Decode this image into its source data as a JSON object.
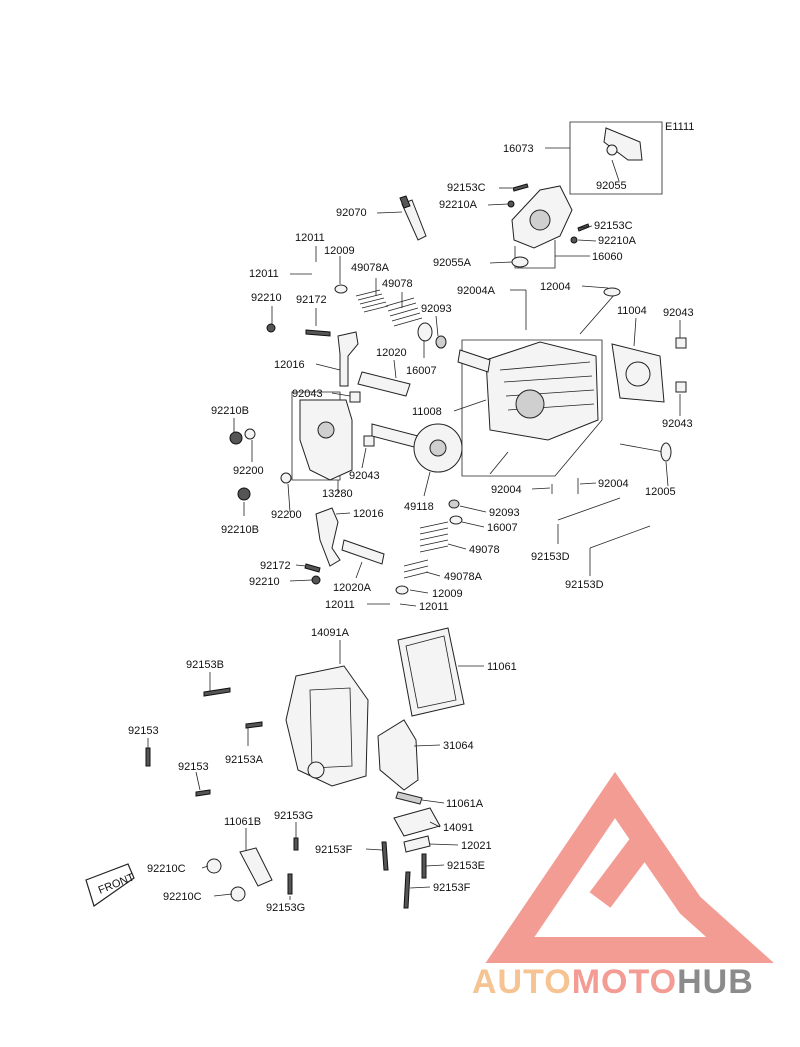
{
  "diagram": {
    "ref_code": "E1111",
    "front_label": "FRONT",
    "labels": {
      "l16073": "16073",
      "l92055": "92055",
      "l92153C_1": "92153C",
      "l92210A_1": "92210A",
      "l92153C_2": "92153C",
      "l92210A_2": "92210A",
      "l92055A": "92055A",
      "l16060": "16060",
      "l92070": "92070",
      "l12011_a": "12011",
      "l12009_a": "12009",
      "l12011_b": "12011",
      "l49078A_a": "49078A",
      "l49078_a": "49078",
      "l92004A": "92004A",
      "l12004": "12004",
      "l92210": "92210",
      "l92172_a": "92172",
      "l92093_a": "92093",
      "l11004": "11004",
      "l92043_a": "92043",
      "l12016_a": "12016",
      "l12020": "12020",
      "l16007_a": "16007",
      "l92043_b": "92043",
      "l11008": "11008",
      "l92210B_a": "92210B",
      "l92043_c": "92043",
      "l92200_a": "92200",
      "l92043_d": "92043",
      "l13280": "13280",
      "l49118": "49118",
      "l92004_a": "92004",
      "l92004_b": "92004",
      "l12005": "12005",
      "l92210B_b": "92210B",
      "l92200_b": "92200",
      "l12016_b": "12016",
      "l92093_b": "92093",
      "l16007_b": "16007",
      "l92153D_a": "92153D",
      "l49078_b": "49078",
      "l92172_b": "92172",
      "l92210_b": "92210",
      "l12020A": "12020A",
      "l49078A_b": "49078A",
      "l12009_b": "12009",
      "l92153D_b": "92153D",
      "l12011_c": "12011",
      "l12011_d": "12011",
      "l14091A": "14091A",
      "l11061": "11061",
      "l92153B": "92153B",
      "l31064": "31064",
      "l92153_a": "92153",
      "l92153A": "92153A",
      "l92153_b": "92153",
      "l11061A": "11061A",
      "l14091": "14091",
      "l11061B": "11061B",
      "l92153G_a": "92153G",
      "l12021": "12021",
      "l92153F_a": "92153F",
      "l92153E": "92153E",
      "l92210C_a": "92210C",
      "l92153F_b": "92153F",
      "l92210C_b": "92210C",
      "l92153G_b": "92153G"
    }
  },
  "watermark": {
    "word_part1": "AUTO",
    "word_part2": "MOTO",
    "word_part3": "HUB",
    "color_light": "#f5b980",
    "color_main": "#f28b82",
    "color_dark": "#777777"
  }
}
